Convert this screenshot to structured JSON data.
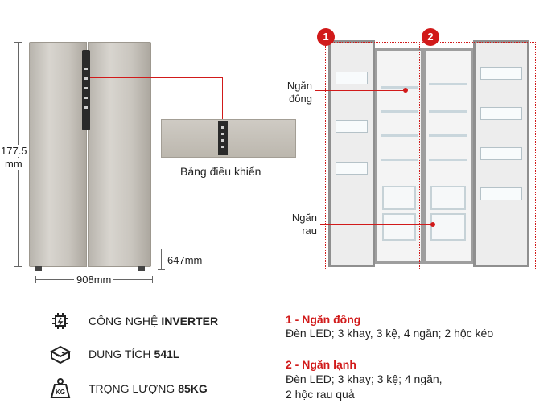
{
  "dimensions": {
    "height_value": "177.5",
    "height_unit": "mm",
    "width": "908mm",
    "depth": "647mm"
  },
  "control_panel_label": "Bảng điều khiển",
  "badges": [
    "1",
    "2"
  ],
  "callouts": {
    "freezer_line1": "Ngăn",
    "freezer_line2": "đông",
    "veg_line1": "Ngăn",
    "veg_line2": "rau"
  },
  "features": [
    {
      "icon": "inverter-chip-icon",
      "label": "CÔNG NGHỆ",
      "value": "INVERTER"
    },
    {
      "icon": "capacity-icon",
      "label": "DUNG TÍCH",
      "value": "541L"
    },
    {
      "icon": "weight-icon",
      "label": "TRỌNG LƯỢNG",
      "value": "85KG"
    }
  ],
  "weight_icon_text": "KG",
  "specs": [
    {
      "title": "1 - Ngăn đông",
      "line1": "Đèn LED; 3 khay, 3 kệ, 4 ngăn; 2 hộc kéo",
      "line2": ""
    },
    {
      "title": "2 - Ngăn lạnh",
      "line1": "Đèn LED; 3 khay; 3 kệ; 4 ngăn,",
      "line2": "2 hộc rau quả"
    }
  ],
  "colors": {
    "accent": "#d11a1a",
    "text": "#222222"
  }
}
